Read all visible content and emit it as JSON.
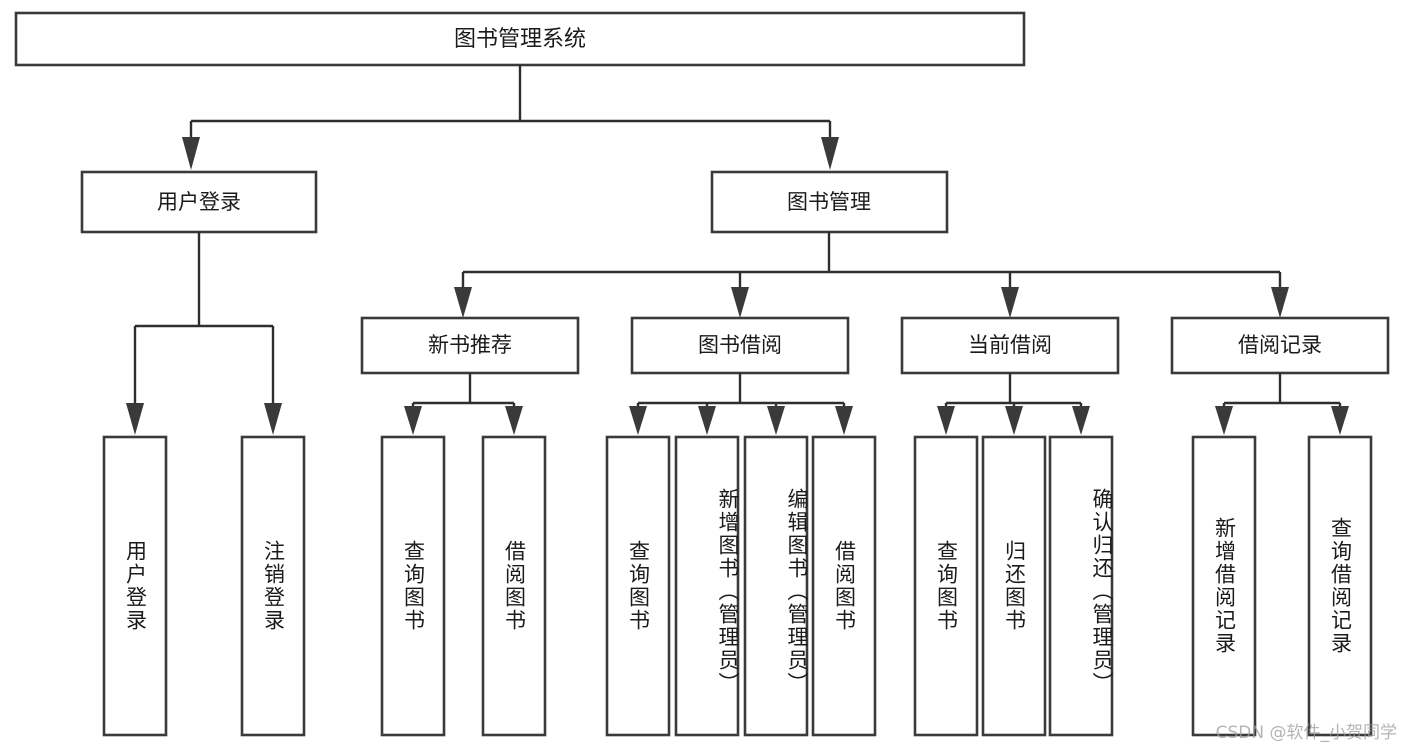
{
  "diagram": {
    "title": "图书管理系统",
    "type": "function-structure-tree",
    "colors": {
      "box_stroke": "#3a3a3a",
      "box_fill": "#ffffff",
      "connector": "#2e2e2e",
      "text": "#1b1b1b",
      "background": "#ffffff",
      "watermark": "#9b9b9b"
    },
    "root": {
      "label": "图书管理系统"
    },
    "level2": [
      {
        "label": "用户登录"
      },
      {
        "label": "图书管理"
      }
    ],
    "level3": [
      {
        "label": "新书推荐"
      },
      {
        "label": "图书借阅"
      },
      {
        "label": "当前借阅"
      },
      {
        "label": "借阅记录"
      }
    ],
    "leaves": {
      "user_login": [
        {
          "label": "用户登录"
        },
        {
          "label": "注销登录"
        }
      ],
      "new_book_recommend": [
        {
          "label": "查询图书"
        },
        {
          "label": "借阅图书"
        }
      ],
      "book_borrow": [
        {
          "label": "查询图书"
        },
        {
          "label": "新增图书（管理员）"
        },
        {
          "label": "编辑图书（管理员）"
        },
        {
          "label": "借阅图书"
        }
      ],
      "current_borrow": [
        {
          "label": "查询图书"
        },
        {
          "label": "归还图书"
        },
        {
          "label": "确认归还（管理员）"
        }
      ],
      "borrow_record": [
        {
          "label": "新增借阅记录"
        },
        {
          "label": "查询借阅记录"
        }
      ]
    },
    "watermark": "CSDN @软件_小贺同学"
  }
}
